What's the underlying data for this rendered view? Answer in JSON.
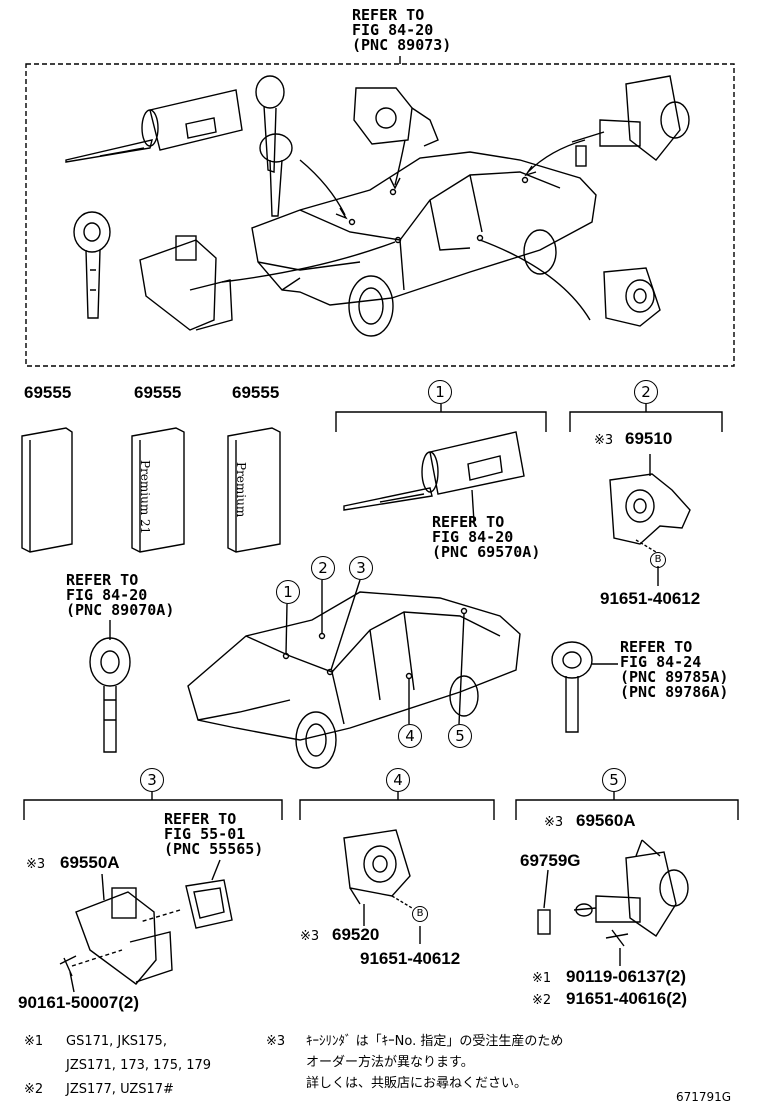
{
  "top_ref": [
    "REFER TO",
    "FIG 84-20",
    "(PNC 89073)"
  ],
  "cards": [
    {
      "part": "69555",
      "text": ""
    },
    {
      "part": "69555",
      "text": "Premium 21"
    },
    {
      "part": "69555",
      "text": "Premium"
    }
  ],
  "group1": {
    "num": "1",
    "ref": [
      "REFER TO",
      "FIG 84-20",
      "(PNC 69570A)"
    ]
  },
  "group2": {
    "num": "2",
    "mark": "※3",
    "part": "69510",
    "badge": "B",
    "bolt": "91651-40612"
  },
  "key_ref_left": [
    "REFER TO",
    "FIG 84-20",
    "(PNC 89070A)"
  ],
  "key_ref_right": [
    "REFER TO",
    "FIG 84-24",
    "(PNC 89785A)",
    "(PNC 89786A)"
  ],
  "car_callouts": [
    "1",
    "2",
    "3",
    "4",
    "5"
  ],
  "group3": {
    "num": "3",
    "ref": [
      "REFER TO",
      "FIG 55-01",
      "(PNC 55565)"
    ],
    "mark": "※3",
    "part": "69550A",
    "screw": "90161-50007(2)"
  },
  "group4": {
    "num": "4",
    "mark": "※3",
    "part": "69520",
    "badge": "B",
    "bolt": "91651-40612"
  },
  "group5": {
    "num": "5",
    "mark": "※3",
    "part": "69560A",
    "clip": "69759G",
    "fasteners": [
      {
        "mark": "※1",
        "part": "90119-06137(2)"
      },
      {
        "mark": "※2",
        "part": "91651-40616(2)"
      }
    ]
  },
  "notes": {
    "n1_mark": "※1",
    "n1_line1": "GS171, JKS175,",
    "n1_line2": "JZS171, 173, 175, 179",
    "n2_mark": "※2",
    "n2_line1": "JZS177, UZS17#",
    "n3_mark": "※3",
    "n3_line1": "ｷｰｼﾘﾝﾀﾞ は「ｷｰNo. 指定」の受注生産のため",
    "n3_line2": "オーダー方法が異なります。",
    "n3_line3": "詳しくは、共販店にお尋ねください。"
  },
  "figure_id": "671791G"
}
